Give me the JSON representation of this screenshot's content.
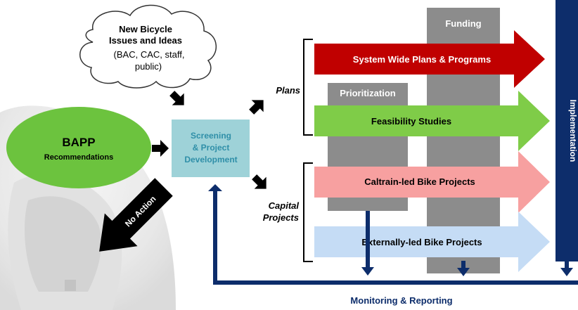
{
  "cloud": {
    "line1": "New Bicycle",
    "line2": "Issues and Ideas",
    "line3": "(BAC, CAC, staff,",
    "line4": "public)"
  },
  "bapp": {
    "title": "BAPP",
    "subtitle": "Recommendations"
  },
  "screening": {
    "line1": "Screening",
    "line2": "& Project",
    "line3": "Development"
  },
  "no_action": "No Action",
  "plans_label": "Plans",
  "capital_label": {
    "line1": "Capital",
    "line2": "Projects"
  },
  "columns": {
    "funding": "Funding",
    "prioritization": "Prioritization",
    "implementation": "Implementation"
  },
  "arrows": {
    "system_wide": "System Wide Plans & Programs",
    "feasibility": "Feasibility Studies",
    "caltrain": "Caltrain-led Bike Projects",
    "external": "Externally-led Bike Projects"
  },
  "monitoring": "Monitoring & Reporting",
  "colors": {
    "navy": "#0d2d6b",
    "gray": "#8c8c8c",
    "red_arrow": "#c00000",
    "green_arrow": "#7fcc48",
    "pink_arrow": "#f7a0a0",
    "blue_arrow": "#c5dcf5",
    "ellipse": "#6cc33e",
    "screening_box": "#9ed2d8",
    "screening_text": "#2f8fa8"
  }
}
